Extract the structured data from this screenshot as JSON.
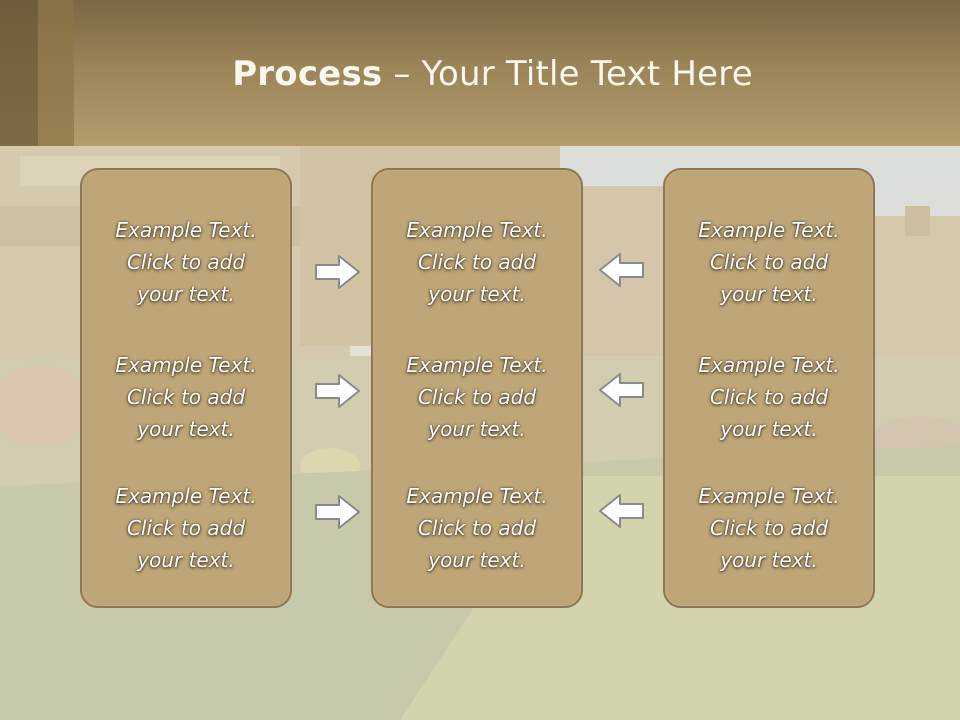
{
  "title": {
    "bold": "Process",
    "rest": " – Your Title Text Here"
  },
  "columns": [
    {
      "items": [
        [
          "Example Text.",
          "Click  to add",
          "your text."
        ],
        [
          "Example Text.",
          "Click  to add",
          "your text."
        ],
        [
          "Example Text.",
          "Click  to add",
          "your text."
        ]
      ]
    },
    {
      "items": [
        [
          "Example Text.",
          "Click  to add",
          "your text."
        ],
        [
          "Example Text.",
          "Click  to add",
          "your text."
        ],
        [
          "Example Text.",
          "Click  to add",
          "your text."
        ]
      ]
    },
    {
      "items": [
        [
          "Example Text.",
          "Click  to add",
          "your text."
        ],
        [
          "Example Text.",
          "Click  to add",
          "your text."
        ],
        [
          "Example Text.",
          "Click  to add",
          "your text."
        ]
      ]
    }
  ],
  "arrows": {
    "left_group": [
      "right-arrow",
      "right-arrow",
      "right-arrow"
    ],
    "right_group": [
      "left-arrow",
      "left-arrow",
      "left-arrow"
    ]
  },
  "colors": {
    "header": "#9a8458",
    "box_fill": "#bfa678",
    "box_border": "#8d7752",
    "text": "#fffdf6"
  }
}
